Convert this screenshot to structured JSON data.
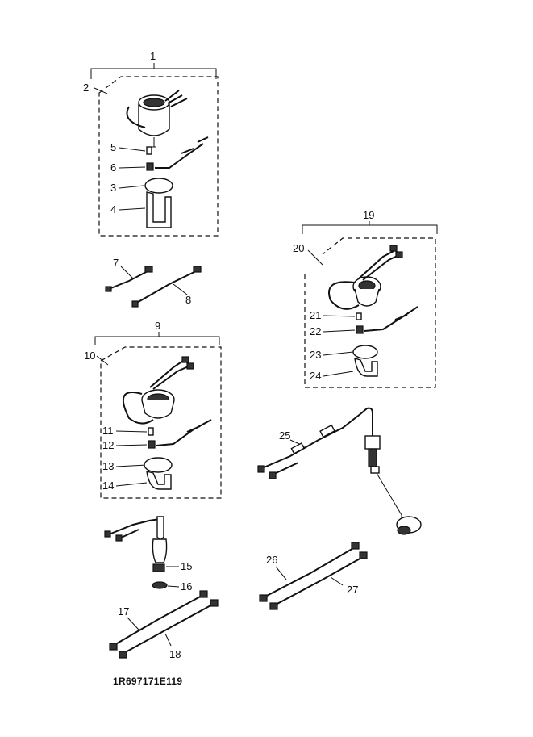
{
  "diagram": {
    "callouts": {
      "p1": "1",
      "p2": "2",
      "p3": "3",
      "p4": "4",
      "p5": "5",
      "p6": "6",
      "p7": "7",
      "p8": "8",
      "p9": "9",
      "p10": "10",
      "p11": "11",
      "p12": "12",
      "p13": "13",
      "p14": "14",
      "p15": "15",
      "p16": "16",
      "p17": "17",
      "p18": "18",
      "p19": "19",
      "p20": "20",
      "p21": "21",
      "p22": "22",
      "p23": "23",
      "p24": "24",
      "p25": "25",
      "p26": "26",
      "p27": "27"
    },
    "drawing_code": "1R697171E119"
  }
}
